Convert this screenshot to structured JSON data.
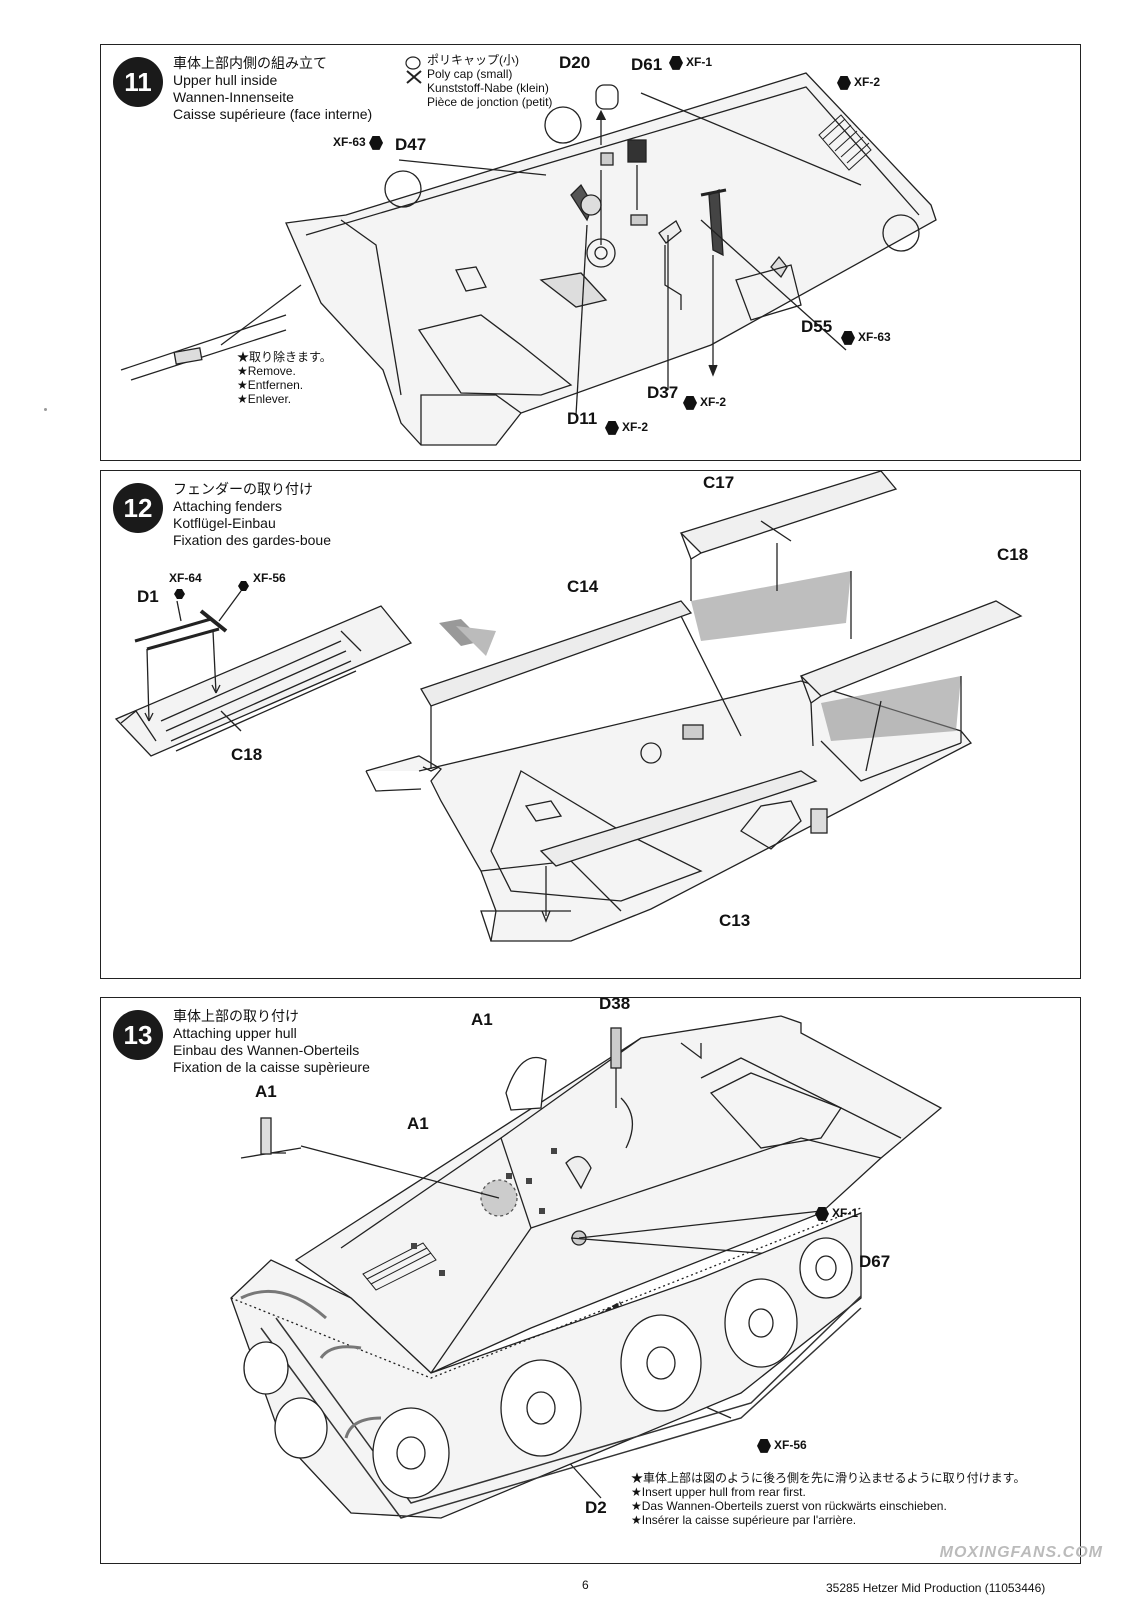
{
  "step11": {
    "number": "11",
    "titles": [
      "車体上部内側の組み立て",
      "Upper hull inside",
      "Wannen-Innenseite",
      "Caisse supérieure (face interne)"
    ],
    "polycap": [
      "ポリキャップ(小)",
      "Poly cap (small)",
      "Kunststoff-Nabe (klein)",
      "Pièce de jonction (petit)"
    ],
    "parts": {
      "d20": "D20",
      "d61": "D61",
      "d47": "D47",
      "d55": "D55",
      "d37": "D37",
      "d11": "D11"
    },
    "paints": {
      "d61": "XF-1",
      "top_right": "XF-2",
      "d47": "XF-63",
      "d55": "XF-63",
      "d37": "XF-2",
      "d11": "XF-2"
    },
    "remove_note": [
      "★取り除きます。",
      "★Remove.",
      "★Entfernen.",
      "★Enlever."
    ]
  },
  "step12": {
    "number": "12",
    "titles": [
      "フェンダーの取り付け",
      "Attaching fenders",
      "Kotflügel-Einbau",
      "Fixation des gardes-boue"
    ],
    "parts": {
      "d1": "D1",
      "c18_left": "C18",
      "c14": "C14",
      "c17": "C17",
      "c18_right": "C18",
      "c13": "C13"
    },
    "paints": {
      "d1_a": "XF-64",
      "d1_b": "XF-56"
    }
  },
  "step13": {
    "number": "13",
    "titles": [
      "車体上部の取り付け",
      "Attaching upper hull",
      "Einbau des Wannen-Oberteils",
      "Fixation de la caisse supèrieure"
    ],
    "parts": {
      "a1_top": "A1",
      "a1_left": "A1",
      "a1_mid": "A1",
      "d38": "D38",
      "d67": "D67",
      "d2": "D2"
    },
    "paints": {
      "d67": "XF-1",
      "lower": "XF-56"
    },
    "insert_note": [
      "★車体上部は図のように後ろ側を先に滑り込ませるように取り付けます。",
      "★Insert upper hull from rear first.",
      "★Das Wannen-Oberteils zuerst von rückwärts einschieben.",
      "★Insérer la caisse supérieure par l'arrière."
    ]
  },
  "footer": {
    "page": "6",
    "product": "35285 Hetzer Mid Production (11053446)"
  },
  "watermark": "MOXINGFANS.COM"
}
